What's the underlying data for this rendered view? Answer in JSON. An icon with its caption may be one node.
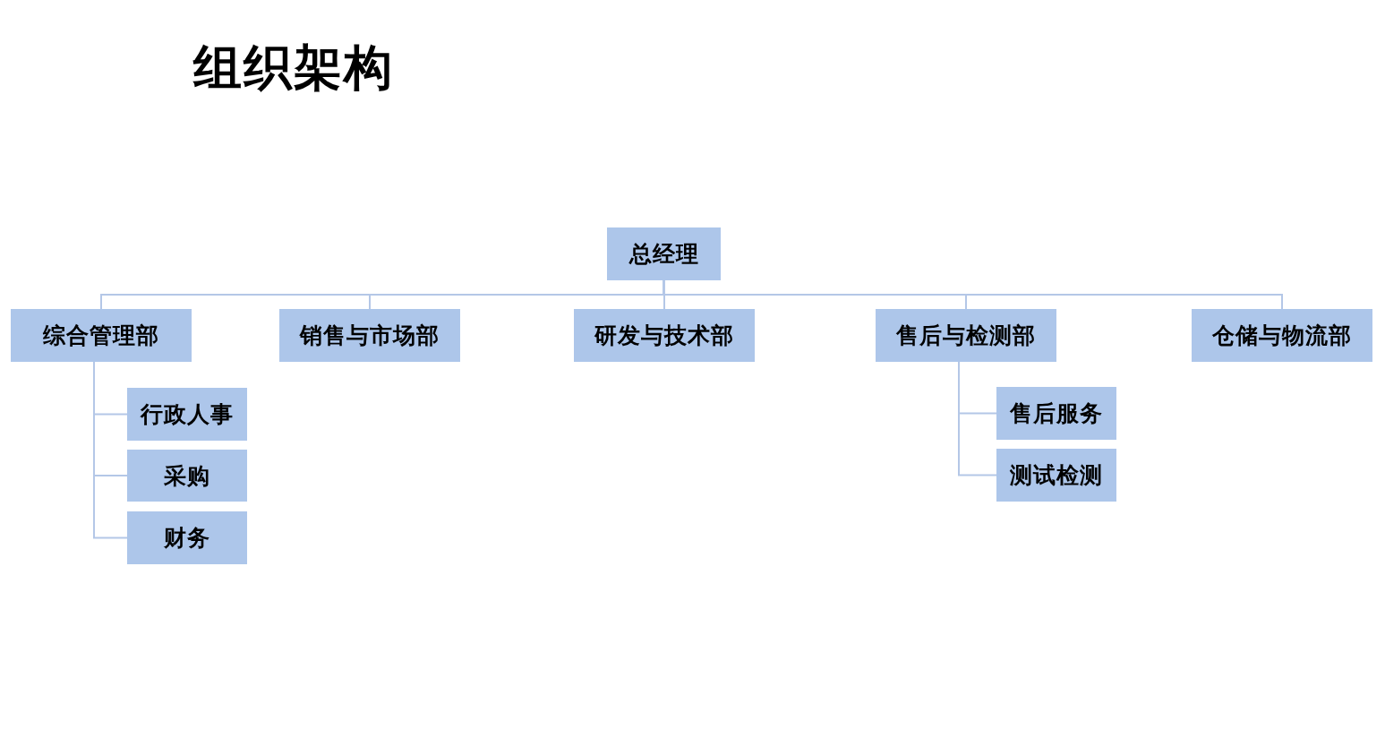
{
  "diagram": {
    "title": "组织架构",
    "nodes": [
      {
        "text": [
          "总经理"
        ]
      },
      {
        "text": [
          "综合管理部"
        ]
      },
      {
        "text": [
          "销售与市场部"
        ]
      },
      {
        "text": [
          "研发与技术部"
        ]
      },
      {
        "text": [
          "售后与检测部"
        ]
      },
      {
        "text": [
          "仓储与物流部"
        ]
      },
      {
        "text": [
          "行政人事"
        ]
      },
      {
        "text": [
          "采购"
        ]
      },
      {
        "text": [
          "财务"
        ]
      },
      {
        "text": [
          "售后服务"
        ]
      },
      {
        "text": [
          "测试检测"
        ]
      }
    ],
    "edges": [
      {
        "from": 0,
        "to": 1,
        "arrow": "none"
      },
      {
        "from": 0,
        "to": 2,
        "arrow": "none"
      },
      {
        "from": 0,
        "to": 3,
        "arrow": "none"
      },
      {
        "from": 0,
        "to": 4,
        "arrow": "none"
      },
      {
        "from": 0,
        "to": 5,
        "arrow": "none"
      },
      {
        "from": 1,
        "to": 6,
        "arrow": "none"
      },
      {
        "from": 1,
        "to": 7,
        "arrow": "none"
      },
      {
        "from": 1,
        "to": 8,
        "arrow": "none"
      },
      {
        "from": 4,
        "to": 9,
        "arrow": "none"
      },
      {
        "from": 4,
        "to": 10,
        "arrow": "none"
      }
    ]
  }
}
